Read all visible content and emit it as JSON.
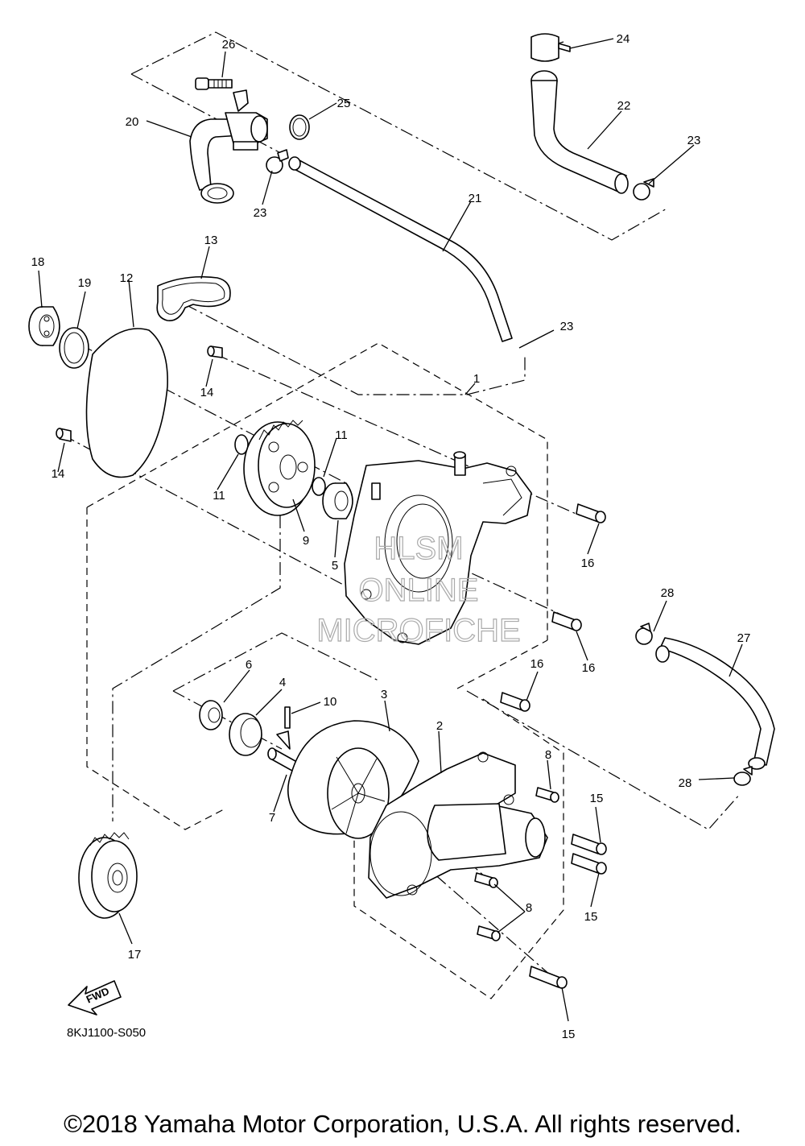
{
  "diagram": {
    "drawing_code": "8KJ1100-S050",
    "direction_marker": "FWD",
    "watermark": [
      "HLSM",
      "ONLINE",
      "MICROFICHE"
    ],
    "copyright": "©2018 Yamaha Motor Corporation, U.S.A. All rights reserved."
  },
  "callouts": [
    {
      "id": "c26a",
      "label": "26"
    },
    {
      "id": "c25",
      "label": "25"
    },
    {
      "id": "c20",
      "label": "20"
    },
    {
      "id": "c23a",
      "label": "23"
    },
    {
      "id": "c24",
      "label": "24"
    },
    {
      "id": "c22",
      "label": "22"
    },
    {
      "id": "c23b",
      "label": "23"
    },
    {
      "id": "c21",
      "label": "21"
    },
    {
      "id": "c13",
      "label": "13"
    },
    {
      "id": "c18",
      "label": "18"
    },
    {
      "id": "c19",
      "label": "19"
    },
    {
      "id": "c12",
      "label": "12"
    },
    {
      "id": "c23c",
      "label": "23"
    },
    {
      "id": "c14a",
      "label": "14"
    },
    {
      "id": "c1",
      "label": "1"
    },
    {
      "id": "c14b",
      "label": "14"
    },
    {
      "id": "c11a",
      "label": "11"
    },
    {
      "id": "c11b",
      "label": "11"
    },
    {
      "id": "c9",
      "label": "9"
    },
    {
      "id": "c5",
      "label": "5"
    },
    {
      "id": "c16a",
      "label": "16"
    },
    {
      "id": "c16b",
      "label": "16"
    },
    {
      "id": "c16c",
      "label": "16"
    },
    {
      "id": "c28a",
      "label": "28"
    },
    {
      "id": "c27",
      "label": "27"
    },
    {
      "id": "c28b",
      "label": "28"
    },
    {
      "id": "c6",
      "label": "6"
    },
    {
      "id": "c4",
      "label": "4"
    },
    {
      "id": "c10",
      "label": "10"
    },
    {
      "id": "c3",
      "label": "3"
    },
    {
      "id": "c2",
      "label": "2"
    },
    {
      "id": "c8a",
      "label": "8"
    },
    {
      "id": "c7",
      "label": "7"
    },
    {
      "id": "c15a",
      "label": "15"
    },
    {
      "id": "c15b",
      "label": "15"
    },
    {
      "id": "c8b",
      "label": "8"
    },
    {
      "id": "c17",
      "label": "17"
    },
    {
      "id": "c15c",
      "label": "15"
    }
  ]
}
